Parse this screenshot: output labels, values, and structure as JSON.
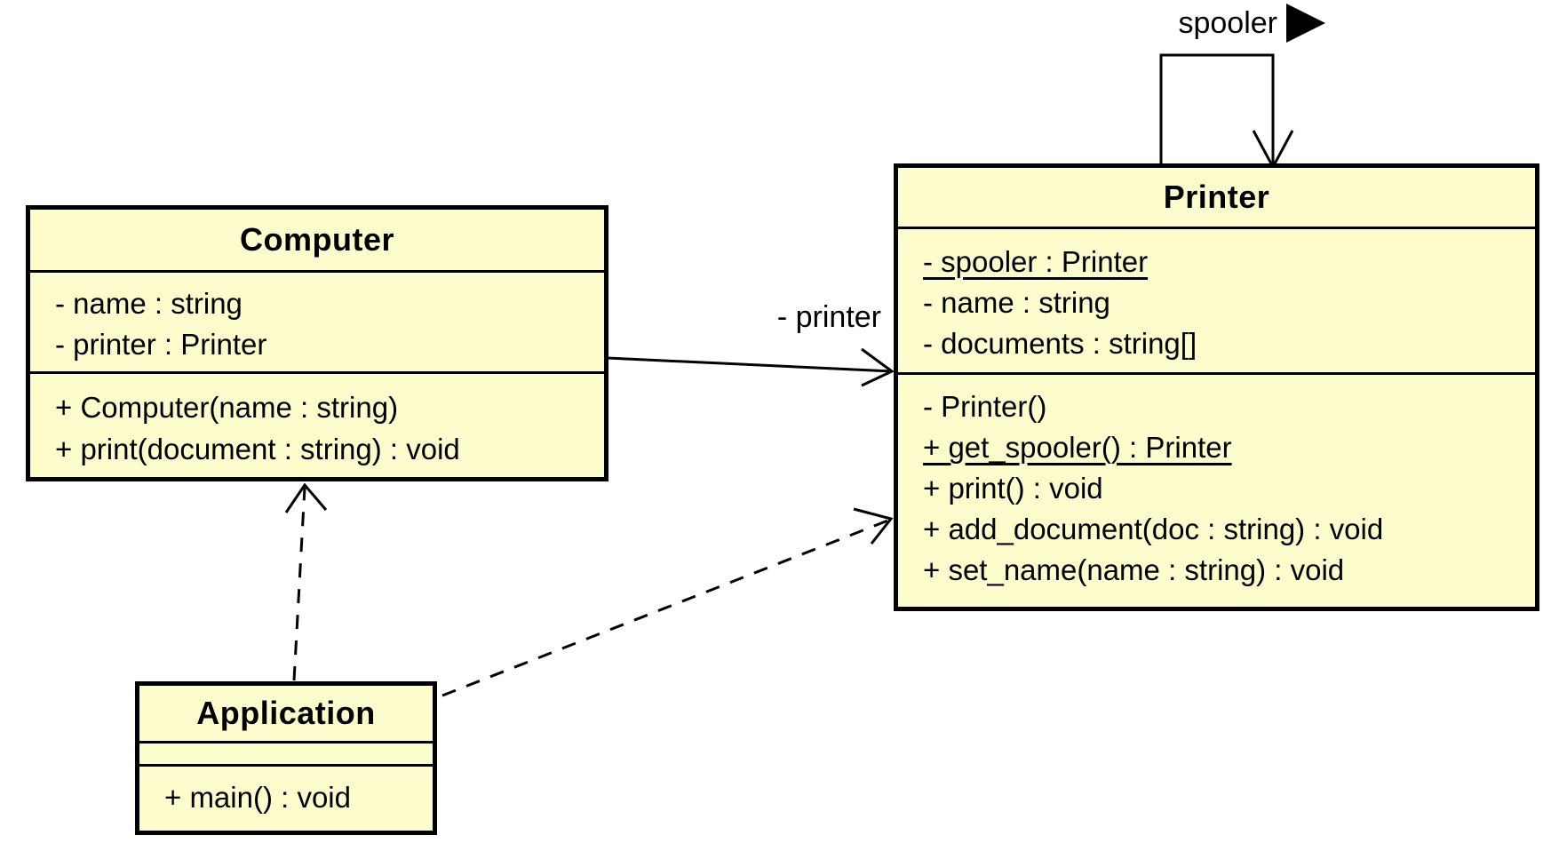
{
  "diagram": {
    "kind": "uml-class-diagram",
    "colors": {
      "class_fill": "#fcfccd",
      "class_border": "#000000",
      "background": "#ffffff",
      "text": "#000000"
    }
  },
  "classes": [
    {
      "name": "Computer",
      "attributes": [
        {
          "text": "- name : string",
          "static": false
        },
        {
          "text": "- printer : Printer",
          "static": false
        }
      ],
      "methods": [
        {
          "text": "+ Computer(name : string)",
          "static": false
        },
        {
          "text": "+ print(document : string) : void",
          "static": false
        }
      ]
    },
    {
      "name": "Printer",
      "attributes": [
        {
          "text": "- spooler : Printer",
          "static": true
        },
        {
          "text": "- name : string",
          "static": false
        },
        {
          "text": "- documents : string[]",
          "static": false
        }
      ],
      "methods": [
        {
          "text": "- Printer()",
          "static": false
        },
        {
          "text": "+ get_spooler() : Printer",
          "static": true
        },
        {
          "text": "+ print() : void",
          "static": false
        },
        {
          "text": "+ add_document(doc : string) : void",
          "static": false
        },
        {
          "text": "+ set_name(name : string) : void",
          "static": false
        }
      ]
    },
    {
      "name": "Application",
      "attributes": [],
      "methods": [
        {
          "text": "+ main() : void",
          "static": false
        }
      ]
    }
  ],
  "relationships": [
    {
      "type": "association",
      "from": "Computer",
      "to": "Printer",
      "style": "solid",
      "label": "- printer"
    },
    {
      "type": "self-association",
      "from": "Printer",
      "to": "Printer",
      "style": "solid",
      "label": "spooler",
      "direction_marker": "right-filled-triangle"
    },
    {
      "type": "dependency",
      "from": "Application",
      "to": "Computer",
      "style": "dashed",
      "label": ""
    },
    {
      "type": "dependency",
      "from": "Application",
      "to": "Printer",
      "style": "dashed",
      "label": ""
    }
  ]
}
